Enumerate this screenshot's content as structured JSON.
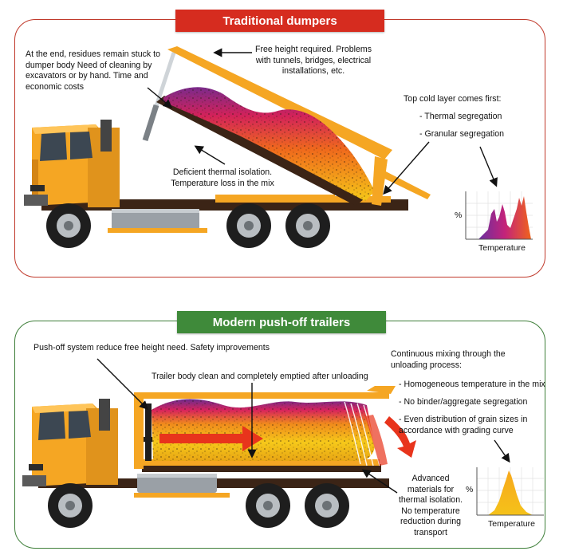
{
  "traditional": {
    "title": "Traditional dumpers",
    "residues_note": "At the end, residues remain stuck to dumper body Need of cleaning by excavators or by hand. Time and economic costs",
    "free_height_note": "Free height required. Problems with tunnels, bridges, electrical installations, etc.",
    "top_cold_note": "Top cold layer comes first:",
    "thermal_segregation": "- Thermal segregation",
    "granular_segregation": "- Granular segregation",
    "thermal_isolation_note": "Deficient thermal isolation. Temperature loss in the mix",
    "histogram_y": "%",
    "histogram_x": "Temperature"
  },
  "modern": {
    "title": "Modern push-off trailers",
    "pushoff_note": "Push-off system reduce free height need. Safety improvements",
    "clean_note": "Trailer body clean and completely emptied after unloading",
    "mixing_intro": "Continuous mixing through the unloading process:",
    "homogeneous": "- Homogeneous temperature in the mix",
    "no_segregation": "- No binder/aggregate segregation",
    "even_distribution": "- Even distribution of grain sizes in accordance with grading curve",
    "advanced_materials": "Advanced materials for thermal isolation. No temperature reduction during transport",
    "histogram_y": "%",
    "histogram_x": "Temperature"
  },
  "colors": {
    "truck_orange": "#f5a623",
    "frame_dark": "#3b2416",
    "traditional_red": "#d62c1f",
    "modern_green": "#3f8a3a",
    "hot_red": "#e8341c"
  }
}
